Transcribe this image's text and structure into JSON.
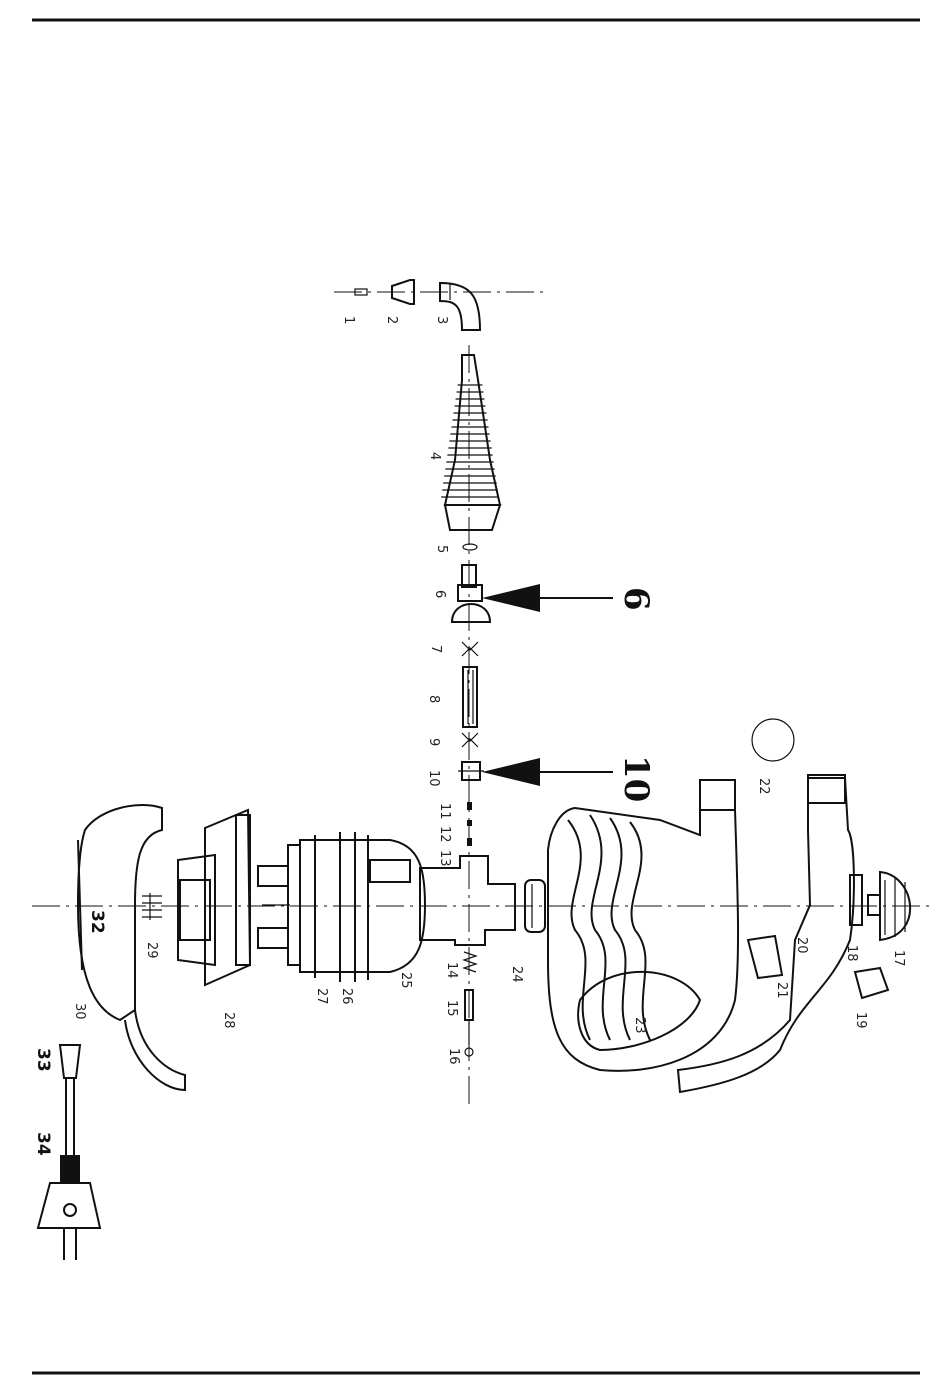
{
  "part_labels": [
    "1",
    "2",
    "3",
    "4",
    "5",
    "6",
    "7",
    "8",
    "9",
    "10",
    "11",
    "12",
    "13",
    "14",
    "15",
    "16",
    "17",
    "18",
    "19",
    "20",
    "21",
    "22",
    "23",
    "24",
    "25",
    "26",
    "27",
    "28",
    "29",
    "30"
  ],
  "callouts": [
    "6",
    "10"
  ],
  "plug_labels": [
    "32",
    "33",
    "34"
  ]
}
